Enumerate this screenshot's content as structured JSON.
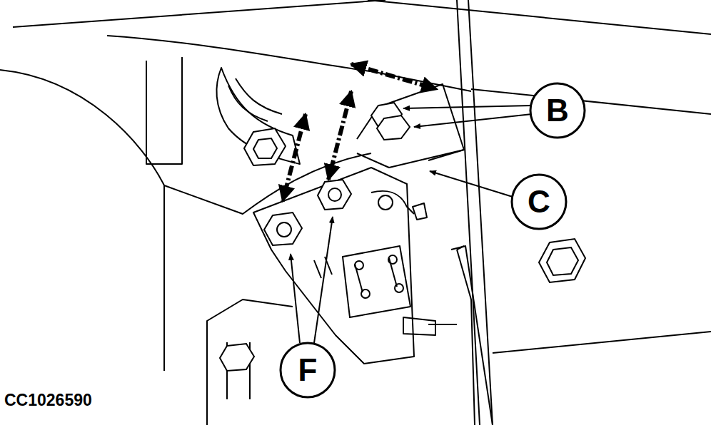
{
  "diagram": {
    "nodes": [
      {
        "text": [
          "B"
        ]
      },
      {
        "text": [
          "C"
        ]
      },
      {
        "text": [
          "F"
        ]
      }
    ],
    "labels": [
      "CC1026590"
    ]
  }
}
